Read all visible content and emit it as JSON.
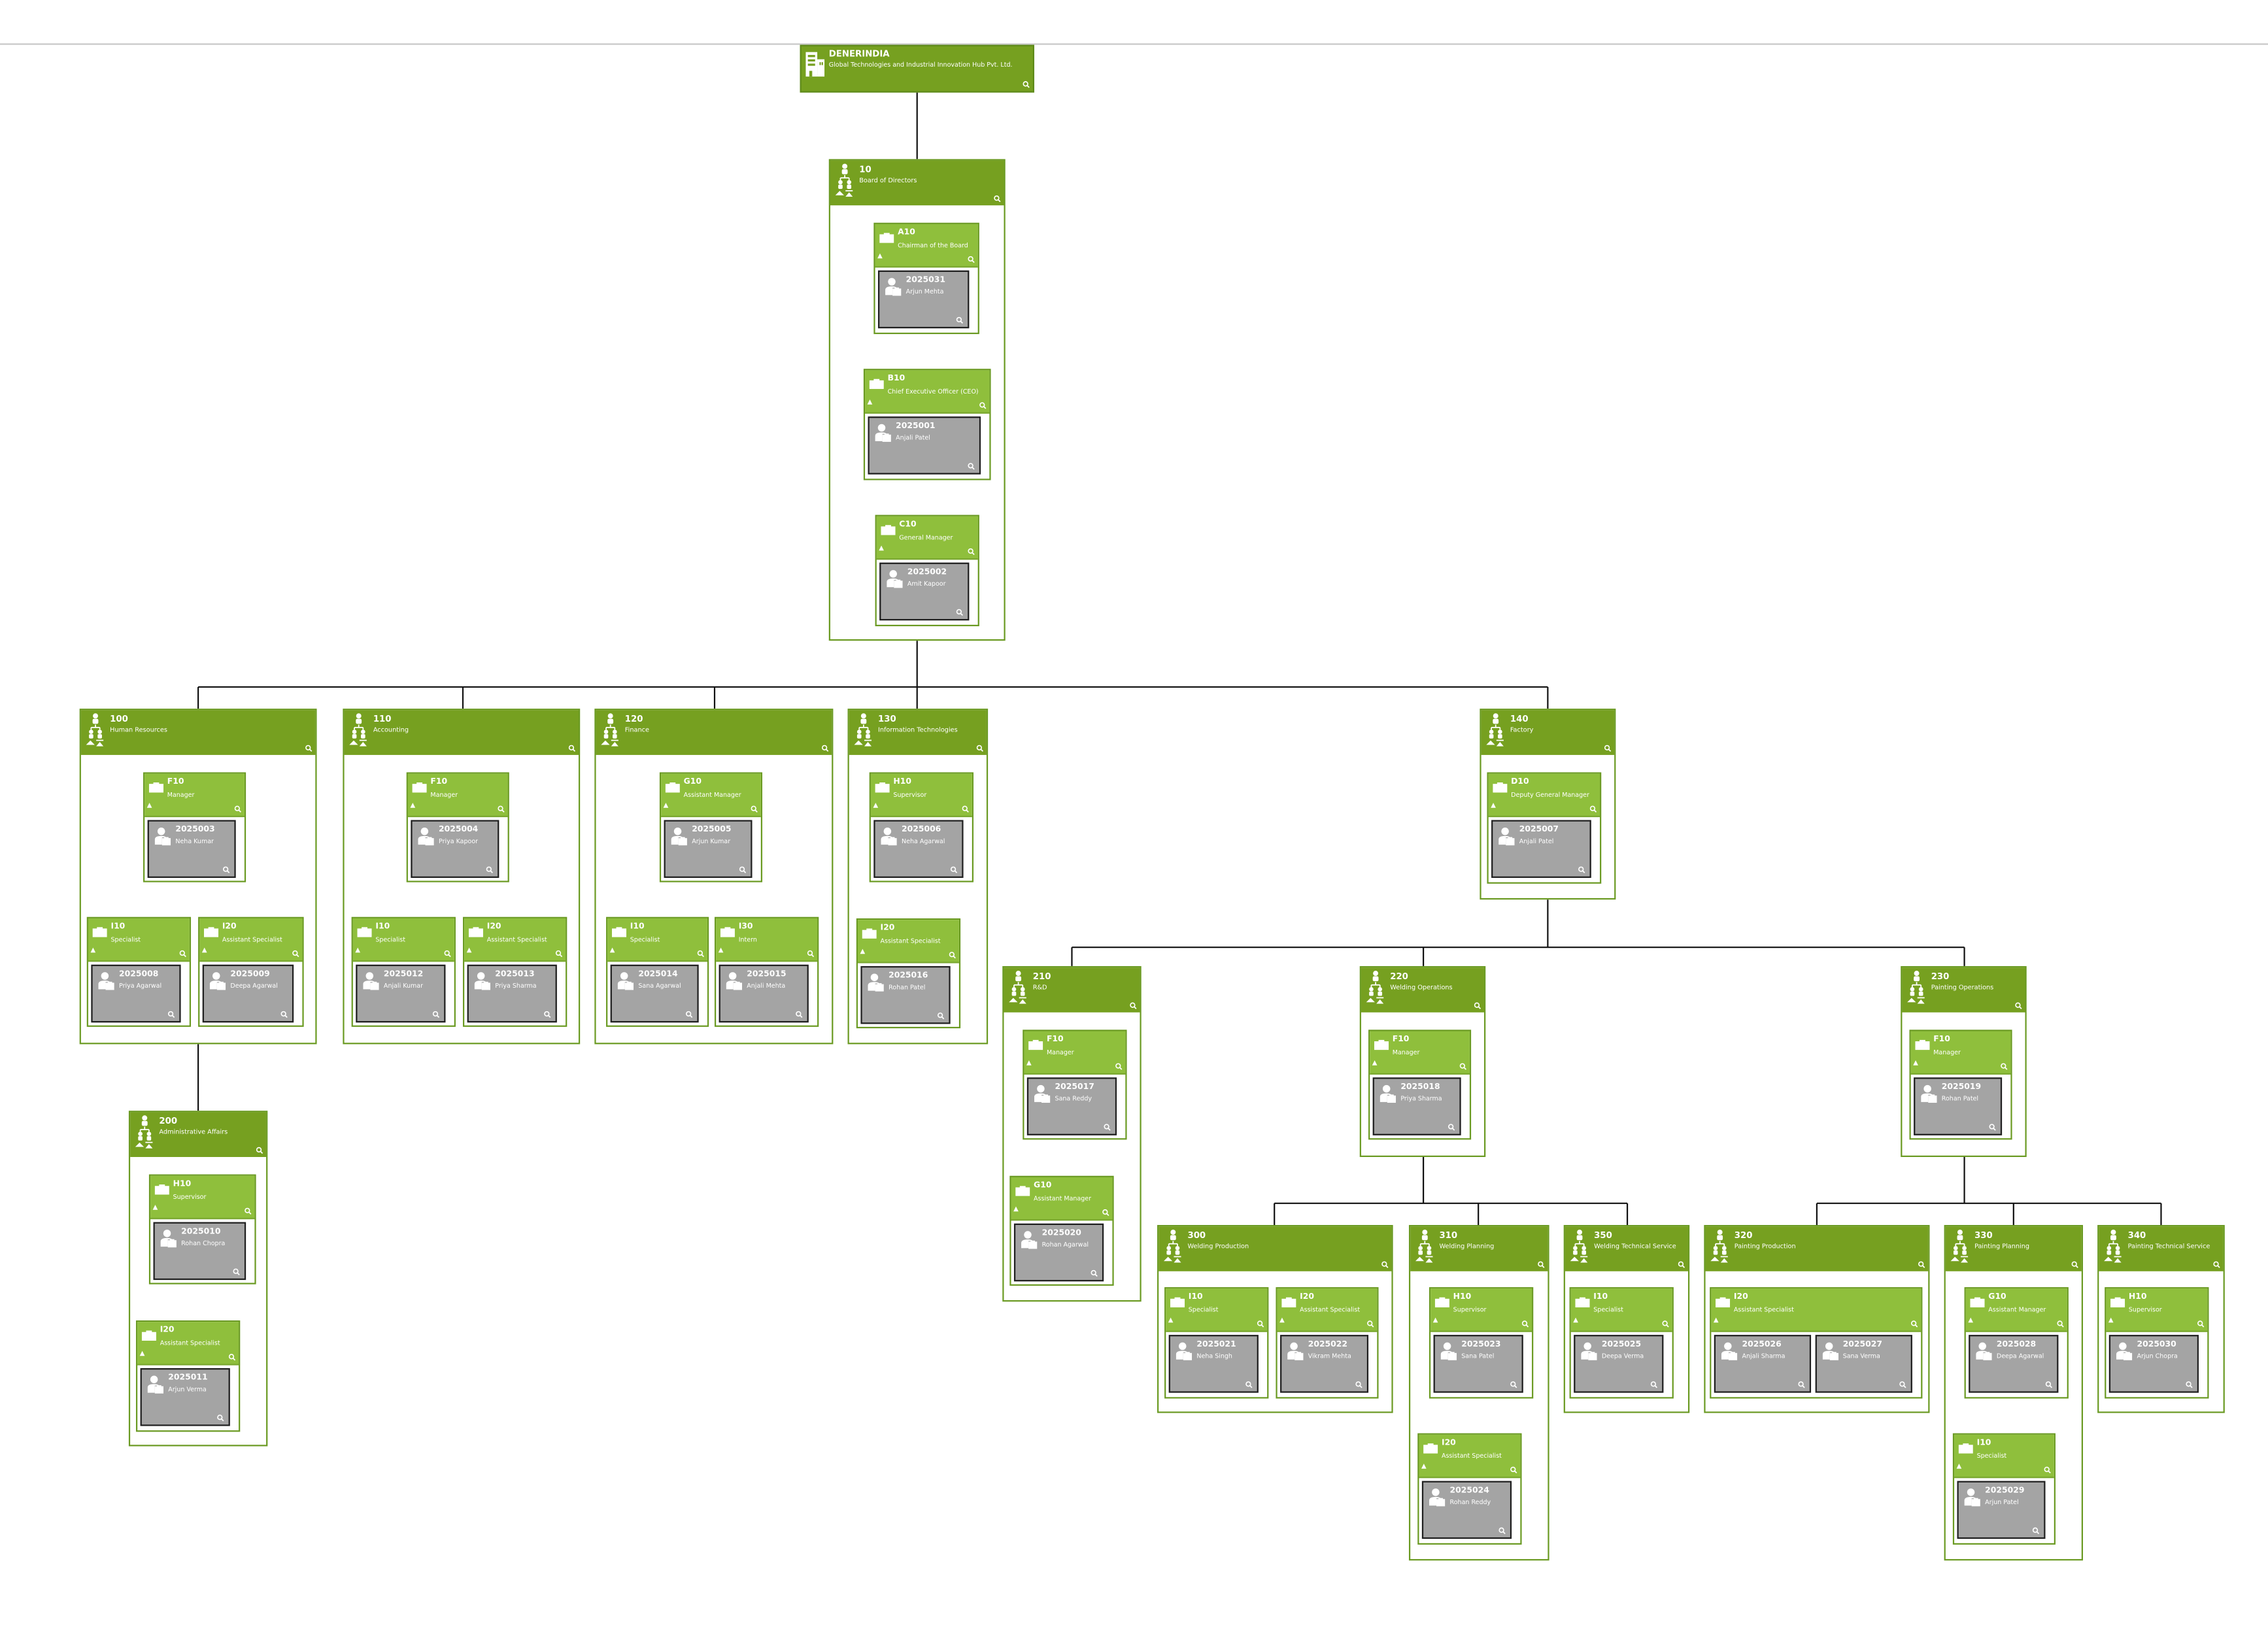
{
  "company": {
    "name": "DENERINDIA",
    "full_name": "Global Technologies and Industrial Innovation Hub Pvt. Ltd."
  },
  "departments": [
    {
      "code": "10",
      "name": "Board of Directors",
      "positions": [
        {
          "code": "A10",
          "title": "Chairman of the Board",
          "employees": [
            {
              "id": "2025031",
              "name": "Arjun Mehta"
            }
          ]
        },
        {
          "code": "B10",
          "title": "Chief Executive Officer (CEO)",
          "employees": [
            {
              "id": "2025001",
              "name": "Anjali Patel"
            }
          ]
        },
        {
          "code": "C10",
          "title": "General Manager",
          "employees": [
            {
              "id": "2025002",
              "name": "Amit Kapoor"
            }
          ]
        }
      ]
    },
    {
      "code": "100",
      "name": "Human Resources",
      "positions": [
        {
          "code": "F10",
          "title": "Manager",
          "employees": [
            {
              "id": "2025003",
              "name": "Neha Kumar"
            }
          ]
        },
        {
          "code": "I10",
          "title": "Specialist",
          "employees": [
            {
              "id": "2025008",
              "name": "Priya Agarwal"
            }
          ]
        },
        {
          "code": "I20",
          "title": "Assistant Specialist",
          "employees": [
            {
              "id": "2025009",
              "name": "Deepa Agarwal"
            }
          ]
        }
      ]
    },
    {
      "code": "110",
      "name": "Accounting",
      "positions": [
        {
          "code": "F10",
          "title": "Manager",
          "employees": [
            {
              "id": "2025004",
              "name": "Priya Kapoor"
            }
          ]
        },
        {
          "code": "I10",
          "title": "Specialist",
          "employees": [
            {
              "id": "2025012",
              "name": "Anjali Kumar"
            }
          ]
        },
        {
          "code": "I20",
          "title": "Assistant Specialist",
          "employees": [
            {
              "id": "2025013",
              "name": "Priya Sharma"
            }
          ]
        }
      ]
    },
    {
      "code": "120",
      "name": "Finance",
      "positions": [
        {
          "code": "G10",
          "title": "Assistant Manager",
          "employees": [
            {
              "id": "2025005",
              "name": "Arjun Kumar"
            }
          ]
        },
        {
          "code": "I10",
          "title": "Specialist",
          "employees": [
            {
              "id": "2025014",
              "name": "Sana Agarwal"
            }
          ]
        },
        {
          "code": "I30",
          "title": "Intern",
          "employees": [
            {
              "id": "2025015",
              "name": "Anjali Mehta"
            }
          ]
        }
      ]
    },
    {
      "code": "130",
      "name": "Information Technologies",
      "positions": [
        {
          "code": "H10",
          "title": "Supervisor",
          "employees": [
            {
              "id": "2025006",
              "name": "Neha Agarwal"
            }
          ]
        },
        {
          "code": "I20",
          "title": "Assistant Specialist",
          "employees": [
            {
              "id": "2025016",
              "name": "Rohan Patel"
            }
          ]
        }
      ]
    },
    {
      "code": "140",
      "name": "Factory",
      "positions": [
        {
          "code": "D10",
          "title": "Deputy General Manager",
          "employees": [
            {
              "id": "2025007",
              "name": "Anjali Patel"
            }
          ]
        }
      ]
    },
    {
      "code": "200",
      "name": "Administrative Affairs",
      "positions": [
        {
          "code": "H10",
          "title": "Supervisor",
          "employees": [
            {
              "id": "2025010",
              "name": "Rohan Chopra"
            }
          ]
        },
        {
          "code": "I20",
          "title": "Assistant Specialist",
          "employees": [
            {
              "id": "2025011",
              "name": "Arjun Verma"
            }
          ]
        }
      ]
    },
    {
      "code": "210",
      "name": "R&D",
      "positions": [
        {
          "code": "F10",
          "title": "Manager",
          "employees": [
            {
              "id": "2025017",
              "name": "Sana Reddy"
            }
          ]
        },
        {
          "code": "G10",
          "title": "Assistant Manager",
          "employees": [
            {
              "id": "2025020",
              "name": "Rohan Agarwal"
            }
          ]
        }
      ]
    },
    {
      "code": "220",
      "name": "Welding Operations",
      "positions": [
        {
          "code": "F10",
          "title": "Manager",
          "employees": [
            {
              "id": "2025018",
              "name": "Priya Sharma"
            }
          ]
        }
      ]
    },
    {
      "code": "230",
      "name": "Painting Operations",
      "positions": [
        {
          "code": "F10",
          "title": "Manager",
          "employees": [
            {
              "id": "2025019",
              "name": "Rohan Patel"
            }
          ]
        }
      ]
    },
    {
      "code": "300",
      "name": "Welding Production",
      "positions": [
        {
          "code": "I10",
          "title": "Specialist",
          "employees": [
            {
              "id": "2025021",
              "name": "Neha Singh"
            }
          ]
        },
        {
          "code": "I20",
          "title": "Assistant Specialist",
          "employees": [
            {
              "id": "2025022",
              "name": "Vikram Mehta"
            }
          ]
        }
      ]
    },
    {
      "code": "310",
      "name": "Welding Planning",
      "positions": [
        {
          "code": "H10",
          "title": "Supervisor",
          "employees": [
            {
              "id": "2025023",
              "name": "Sana Patel"
            }
          ]
        },
        {
          "code": "I20",
          "title": "Assistant Specialist",
          "employees": [
            {
              "id": "2025024",
              "name": "Rohan Reddy"
            }
          ]
        }
      ]
    },
    {
      "code": "350",
      "name": "Welding Technical Service",
      "positions": [
        {
          "code": "I10",
          "title": "Specialist",
          "employees": [
            {
              "id": "2025025",
              "name": "Deepa Verma"
            }
          ]
        }
      ]
    },
    {
      "code": "320",
      "name": "Painting Production",
      "positions": [
        {
          "code": "I20",
          "title": "Assistant Specialist",
          "employees": [
            {
              "id": "2025026",
              "name": "Anjali Sharma"
            },
            {
              "id": "2025027",
              "name": "Sana Verma"
            }
          ]
        }
      ]
    },
    {
      "code": "330",
      "name": "Painting Planning",
      "positions": [
        {
          "code": "G10",
          "title": "Assistant Manager",
          "employees": [
            {
              "id": "2025028",
              "name": "Deepa Agarwal"
            }
          ]
        },
        {
          "code": "I10",
          "title": "Specialist",
          "employees": [
            {
              "id": "2025029",
              "name": "Arjun Patel"
            }
          ]
        }
      ]
    },
    {
      "code": "340",
      "name": "Painting Technical Service",
      "positions": [
        {
          "code": "H10",
          "title": "Supervisor",
          "employees": [
            {
              "id": "2025030",
              "name": "Arjun Chopra"
            }
          ]
        }
      ]
    }
  ],
  "colors": {
    "department_header": "#76a020",
    "position_header": "#8fbf3c",
    "employee_card": "#a4a4a4",
    "border": "#6a9a22"
  }
}
